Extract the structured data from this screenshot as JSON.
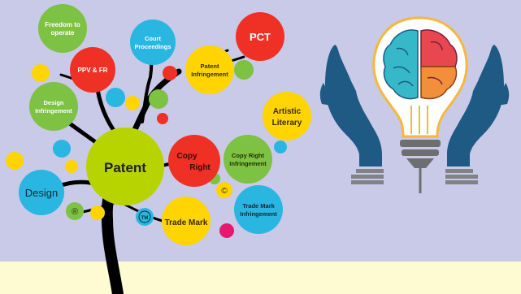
{
  "colors": {
    "background": "#c9c9e8",
    "bottom_band": "#fefbd3",
    "trunk": "#000000",
    "red": "#ee3124",
    "green": "#7dc242",
    "blue": "#29b6e0",
    "yellow": "#ffd400",
    "hand_blue": "#1e5a84",
    "brain_left": "#36b8c8",
    "brain_right": "#e8474f",
    "brain_orange": "#f18f3b",
    "bulb_outline": "#f6b73c",
    "base_gray": "#6d6e70"
  },
  "tree": {
    "patent": "Patent",
    "design": "Design",
    "copy_right": [
      "Copy",
      "Right"
    ],
    "trade_mark": "Trade Mark",
    "freedom_to_operate": [
      "Freedom to",
      "operate"
    ],
    "ppv_fr": "PPV & FR",
    "court_proceedings": [
      "Court",
      "Proceedings"
    ],
    "pct": "PCT",
    "patent_infringement": [
      "Patent",
      "Infringement"
    ],
    "design_infringement": [
      "Design",
      "Infringement"
    ],
    "artistic_literary": [
      "Artistic",
      "Literary"
    ],
    "copy_right_infringement": [
      "Copy Right",
      "Infringement"
    ],
    "trade_mark_infringement": [
      "Trade Mark",
      "Infringement"
    ],
    "copyright_symbol": "©",
    "registered_symbol": "®",
    "trademark_symbol": "TM"
  },
  "illustration": {
    "hands_icon": "hands-icon",
    "bulb_icon": "lightbulb-icon",
    "brain_icon": "brain-icon"
  }
}
